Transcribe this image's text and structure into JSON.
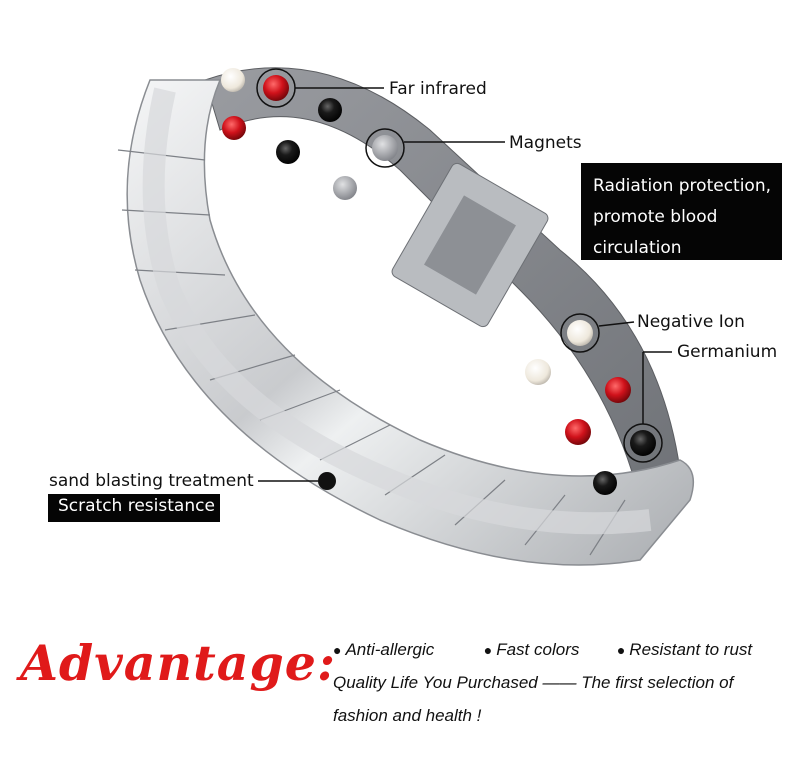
{
  "labels": {
    "far_infrared": "Far infrared",
    "magnets": "Magnets",
    "radiation_line1": "Radiation protection,",
    "radiation_line2": "promote blood",
    "radiation_line3": "circulation",
    "negative_ion": "Negative Ion",
    "germanium": "Germanium",
    "sand_blasting": "sand blasting treatment",
    "scratch_resistance": "Scratch resistance"
  },
  "advantage": {
    "title": "Advantage:",
    "bullet_symbol": "●",
    "items": [
      "Anti-allergic",
      "Fast colors",
      "Resistant to rust"
    ],
    "line2": "Quality Life You Purchased —— The first selection of",
    "line3": "fashion and health !"
  },
  "colors": {
    "title_red": "#e01a1a",
    "steel_light": "#e6e7e9",
    "steel_dark": "#7d8086",
    "stone_red": "#c8101a",
    "stone_black": "#141414",
    "stone_white": "#f4f0e8",
    "stone_gray": "#9a9ca0"
  }
}
